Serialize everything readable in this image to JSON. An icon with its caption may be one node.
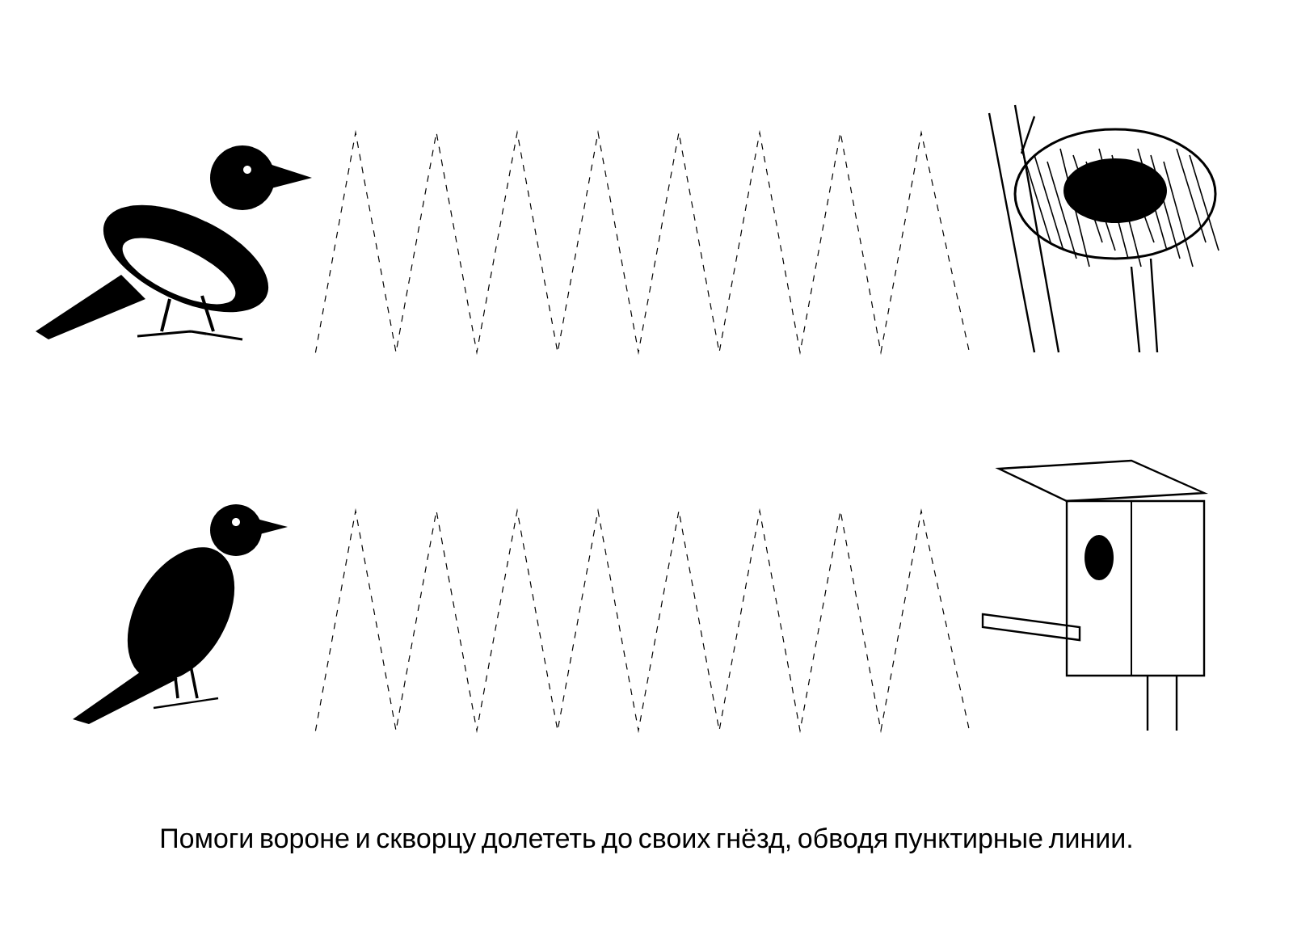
{
  "diagram": {
    "caption": "Помоги вороне и скворцу долететь до своих гнёзд, обводя пунктирные линии.",
    "nodes": [
      {
        "text": [],
        "shape": "picture"
      },
      {
        "text": [],
        "shape": "picture"
      },
      {
        "text": [],
        "shape": "picture"
      },
      {
        "text": [],
        "shape": "picture"
      }
    ],
    "edges": [
      {
        "from": 0,
        "to": 1,
        "arrow": "none",
        "style": "dashed"
      },
      {
        "from": 2,
        "to": 3,
        "arrow": "none",
        "style": "dashed"
      }
    ]
  }
}
